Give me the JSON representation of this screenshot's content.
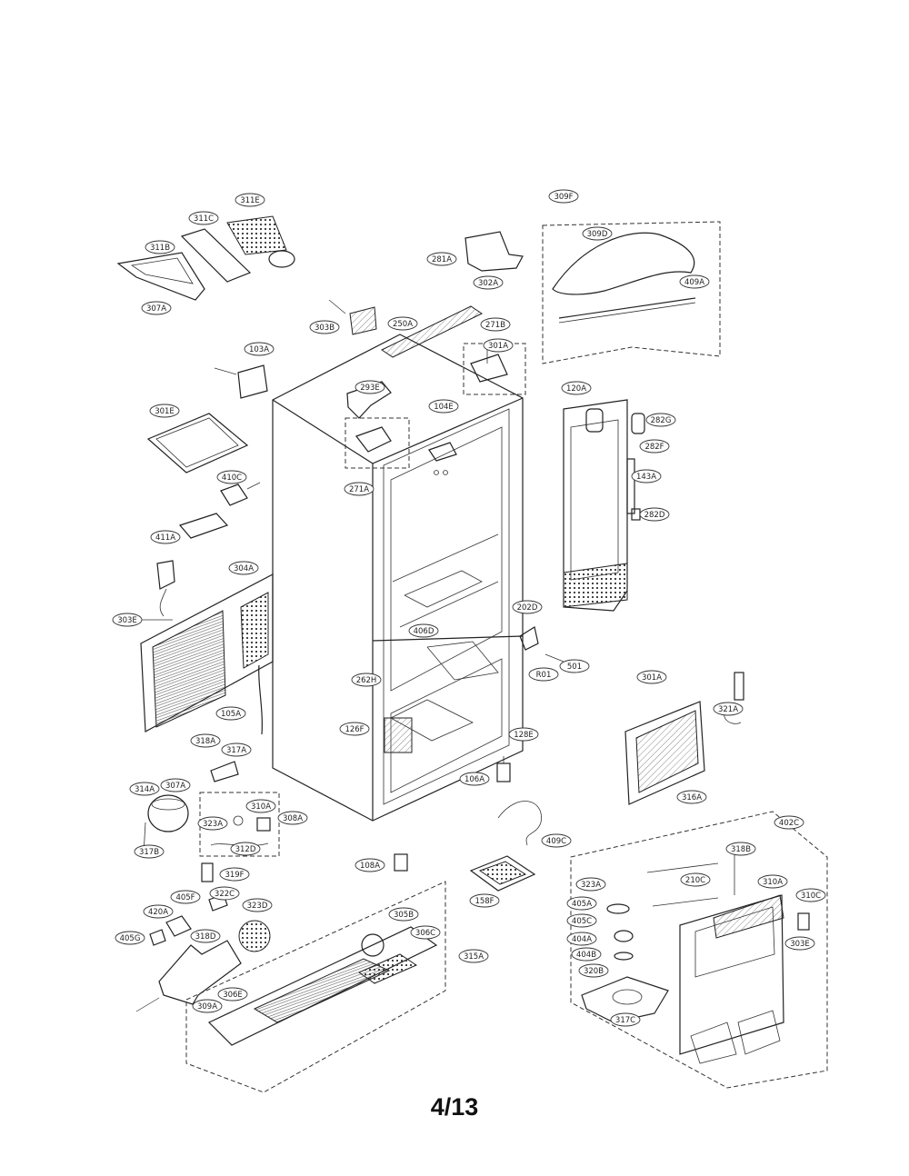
{
  "page_number": "4/13",
  "callouts": [
    {
      "id": "311e",
      "label": "311E"
    },
    {
      "id": "311c",
      "label": "311C"
    },
    {
      "id": "311b",
      "label": "311B"
    },
    {
      "id": "307a",
      "label": "307A"
    },
    {
      "id": "303b",
      "label": "303B"
    },
    {
      "id": "250a",
      "label": "250A"
    },
    {
      "id": "103a",
      "label": "103A"
    },
    {
      "id": "293e",
      "label": "293E"
    },
    {
      "id": "301e",
      "label": "301E"
    },
    {
      "id": "410c",
      "label": "410C"
    },
    {
      "id": "104e",
      "label": "104E"
    },
    {
      "id": "281a",
      "label": "281A"
    },
    {
      "id": "302a",
      "label": "302A"
    },
    {
      "id": "271b",
      "label": "271B"
    },
    {
      "id": "301a-top",
      "label": "301A"
    },
    {
      "id": "309f",
      "label": "309F"
    },
    {
      "id": "309d",
      "label": "309D"
    },
    {
      "id": "409a",
      "label": "409A"
    },
    {
      "id": "120a",
      "label": "120A"
    },
    {
      "id": "282g",
      "label": "282G"
    },
    {
      "id": "282f",
      "label": "282F"
    },
    {
      "id": "143a",
      "label": "143A"
    },
    {
      "id": "282d",
      "label": "282D"
    },
    {
      "id": "271a",
      "label": "271A"
    },
    {
      "id": "411a",
      "label": "411A"
    },
    {
      "id": "304a",
      "label": "304A"
    },
    {
      "id": "303e",
      "label": "303E"
    },
    {
      "id": "202d",
      "label": "202D"
    },
    {
      "id": "406d",
      "label": "406D"
    },
    {
      "id": "r01",
      "label": "R01"
    },
    {
      "id": "501",
      "label": "501"
    },
    {
      "id": "262h",
      "label": "262H"
    },
    {
      "id": "105a",
      "label": "105A"
    },
    {
      "id": "126f",
      "label": "126F"
    },
    {
      "id": "128e",
      "label": "128E"
    },
    {
      "id": "301a-mid",
      "label": "301A"
    },
    {
      "id": "321a",
      "label": "321A"
    },
    {
      "id": "318a",
      "label": "318A"
    },
    {
      "id": "317a",
      "label": "317A"
    },
    {
      "id": "314a",
      "label": "314A"
    },
    {
      "id": "307a-2",
      "label": "307A"
    },
    {
      "id": "316a",
      "label": "316A"
    },
    {
      "id": "106a",
      "label": "106A"
    },
    {
      "id": "310a",
      "label": "310A"
    },
    {
      "id": "308a",
      "label": "308A"
    },
    {
      "id": "323a",
      "label": "323A"
    },
    {
      "id": "317b",
      "label": "317B"
    },
    {
      "id": "312d",
      "label": "312D"
    },
    {
      "id": "409c",
      "label": "409C"
    },
    {
      "id": "319f",
      "label": "319F"
    },
    {
      "id": "108a",
      "label": "108A"
    },
    {
      "id": "158f",
      "label": "158F"
    },
    {
      "id": "402c",
      "label": "402C"
    },
    {
      "id": "318b",
      "label": "318B"
    },
    {
      "id": "210c",
      "label": "210C"
    },
    {
      "id": "310a-r",
      "label": "310A"
    },
    {
      "id": "310c",
      "label": "310C"
    },
    {
      "id": "323a-r",
      "label": "323A"
    },
    {
      "id": "405a",
      "label": "405A"
    },
    {
      "id": "405c",
      "label": "405C"
    },
    {
      "id": "404a",
      "label": "404A"
    },
    {
      "id": "404b",
      "label": "404B"
    },
    {
      "id": "320b",
      "label": "320B"
    },
    {
      "id": "317c",
      "label": "317C"
    },
    {
      "id": "303e-r",
      "label": "303E"
    },
    {
      "id": "405f",
      "label": "405F"
    },
    {
      "id": "322c",
      "label": "322C"
    },
    {
      "id": "323d",
      "label": "323D"
    },
    {
      "id": "420a",
      "label": "420A"
    },
    {
      "id": "318d",
      "label": "318D"
    },
    {
      "id": "405g",
      "label": "405G"
    },
    {
      "id": "305b",
      "label": "305B"
    },
    {
      "id": "306c",
      "label": "306C"
    },
    {
      "id": "315a",
      "label": "315A"
    },
    {
      "id": "306e",
      "label": "306E"
    },
    {
      "id": "309a",
      "label": "309A"
    }
  ]
}
